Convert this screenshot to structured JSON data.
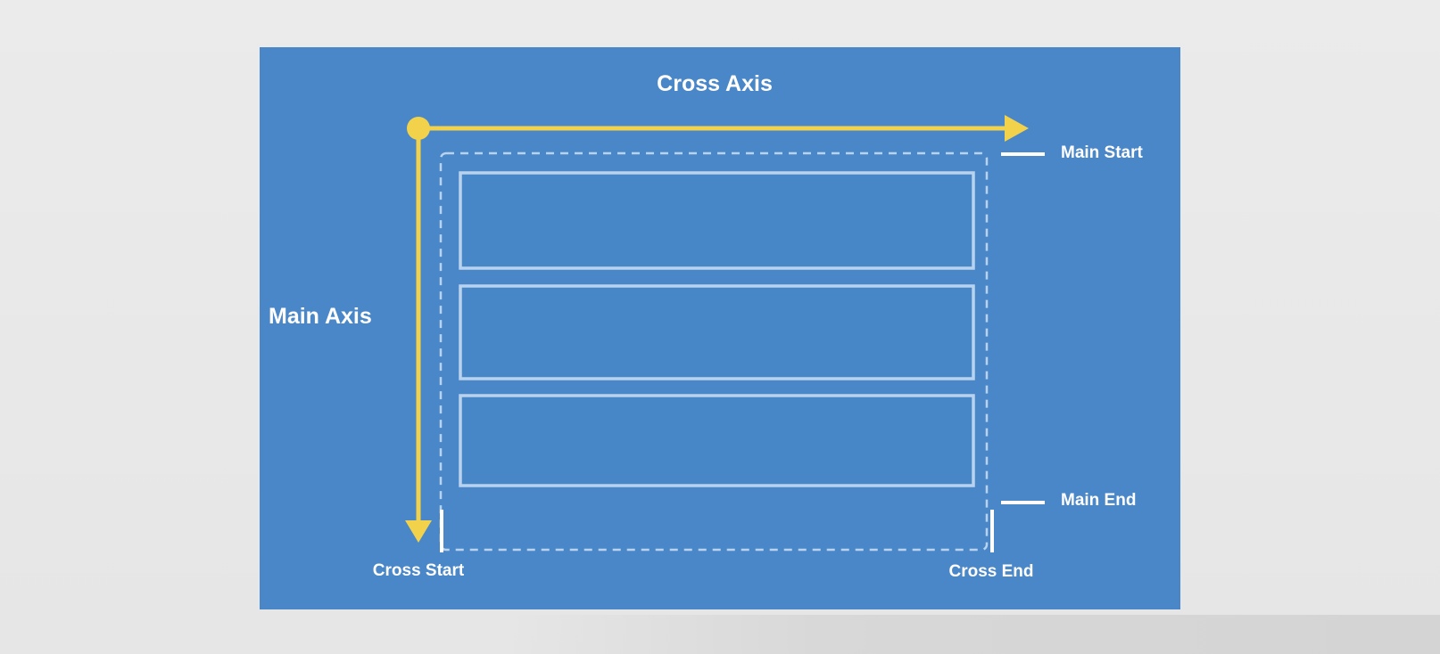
{
  "diagram": {
    "cross_axis_label": "Cross Axis",
    "main_axis_label": "Main Axis",
    "main_start_label": "Main Start",
    "main_end_label": "Main End",
    "cross_start_label": "Cross Start",
    "cross_end_label": "Cross End",
    "item_count": 3
  },
  "colors": {
    "page_background": "#e8e8e8",
    "slide_background": "#4a87c8",
    "axis_arrow": "#f2d24b",
    "container_outline": "#b9d3ee",
    "item_outline": "#b9d3ee",
    "marker": "#ffffff",
    "text": "#ffffff"
  }
}
